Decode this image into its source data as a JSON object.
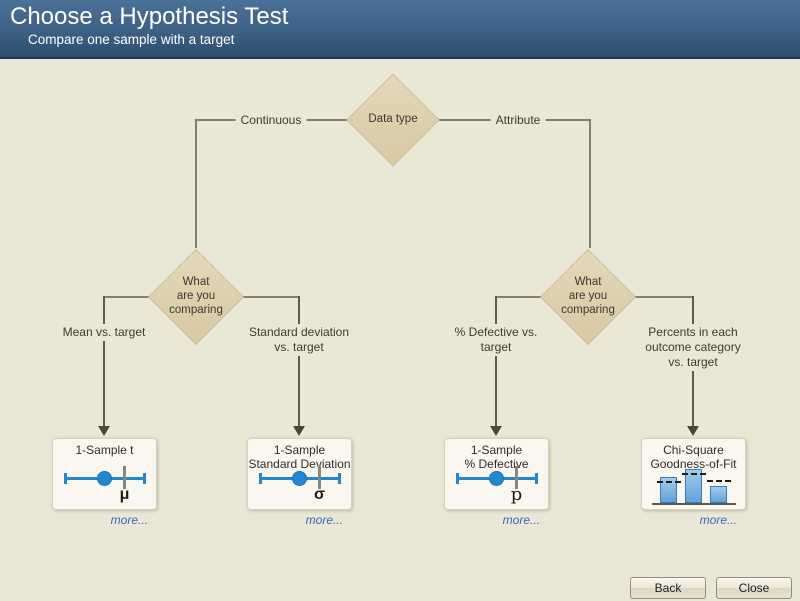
{
  "header": {
    "title": "Choose a Hypothesis Test",
    "subtitle": "Compare one sample with a target"
  },
  "tree": {
    "root_label": "Data type",
    "branch_left": "Continuous",
    "branch_right": "Attribute",
    "decision_left": "What\nare you\ncomparing",
    "decision_right": "What\nare you\ncomparing",
    "outcome_mean": "Mean vs. target",
    "outcome_sd": "Standard deviation\nvs. target",
    "outcome_pdef": "% Defective vs.\ntarget",
    "outcome_percents": "Percents in each\noutcome category\nvs. target"
  },
  "cards": [
    {
      "title": "1-Sample t",
      "symbol": "μ",
      "more_label": "more...",
      "icon": "sample-vs-target-mu-icon"
    },
    {
      "title": "1-Sample\nStandard Deviation",
      "symbol": "σ",
      "more_label": "more...",
      "icon": "sample-vs-target-sigma-icon"
    },
    {
      "title": "1-Sample\n% Defective",
      "symbol": "p",
      "more_label": "more...",
      "icon": "sample-vs-target-p-icon"
    },
    {
      "title": "Chi-Square\nGoodness-of-Fit",
      "more_label": "more...",
      "icon": "chi-square-bars-icon"
    }
  ],
  "footer": {
    "back_label": "Back",
    "close_label": "Close"
  },
  "colors": {
    "header_top": "#4b7197",
    "header_bottom": "#2e4e6e",
    "header_border": "#1d3a55",
    "background": "#eae7d6",
    "diamond_fill": "#dccfab",
    "card_background": "#f9f7f0",
    "accent_blue": "#2387cd",
    "bar_blue": "#74b0e0",
    "link_blue": "#3767bd"
  }
}
